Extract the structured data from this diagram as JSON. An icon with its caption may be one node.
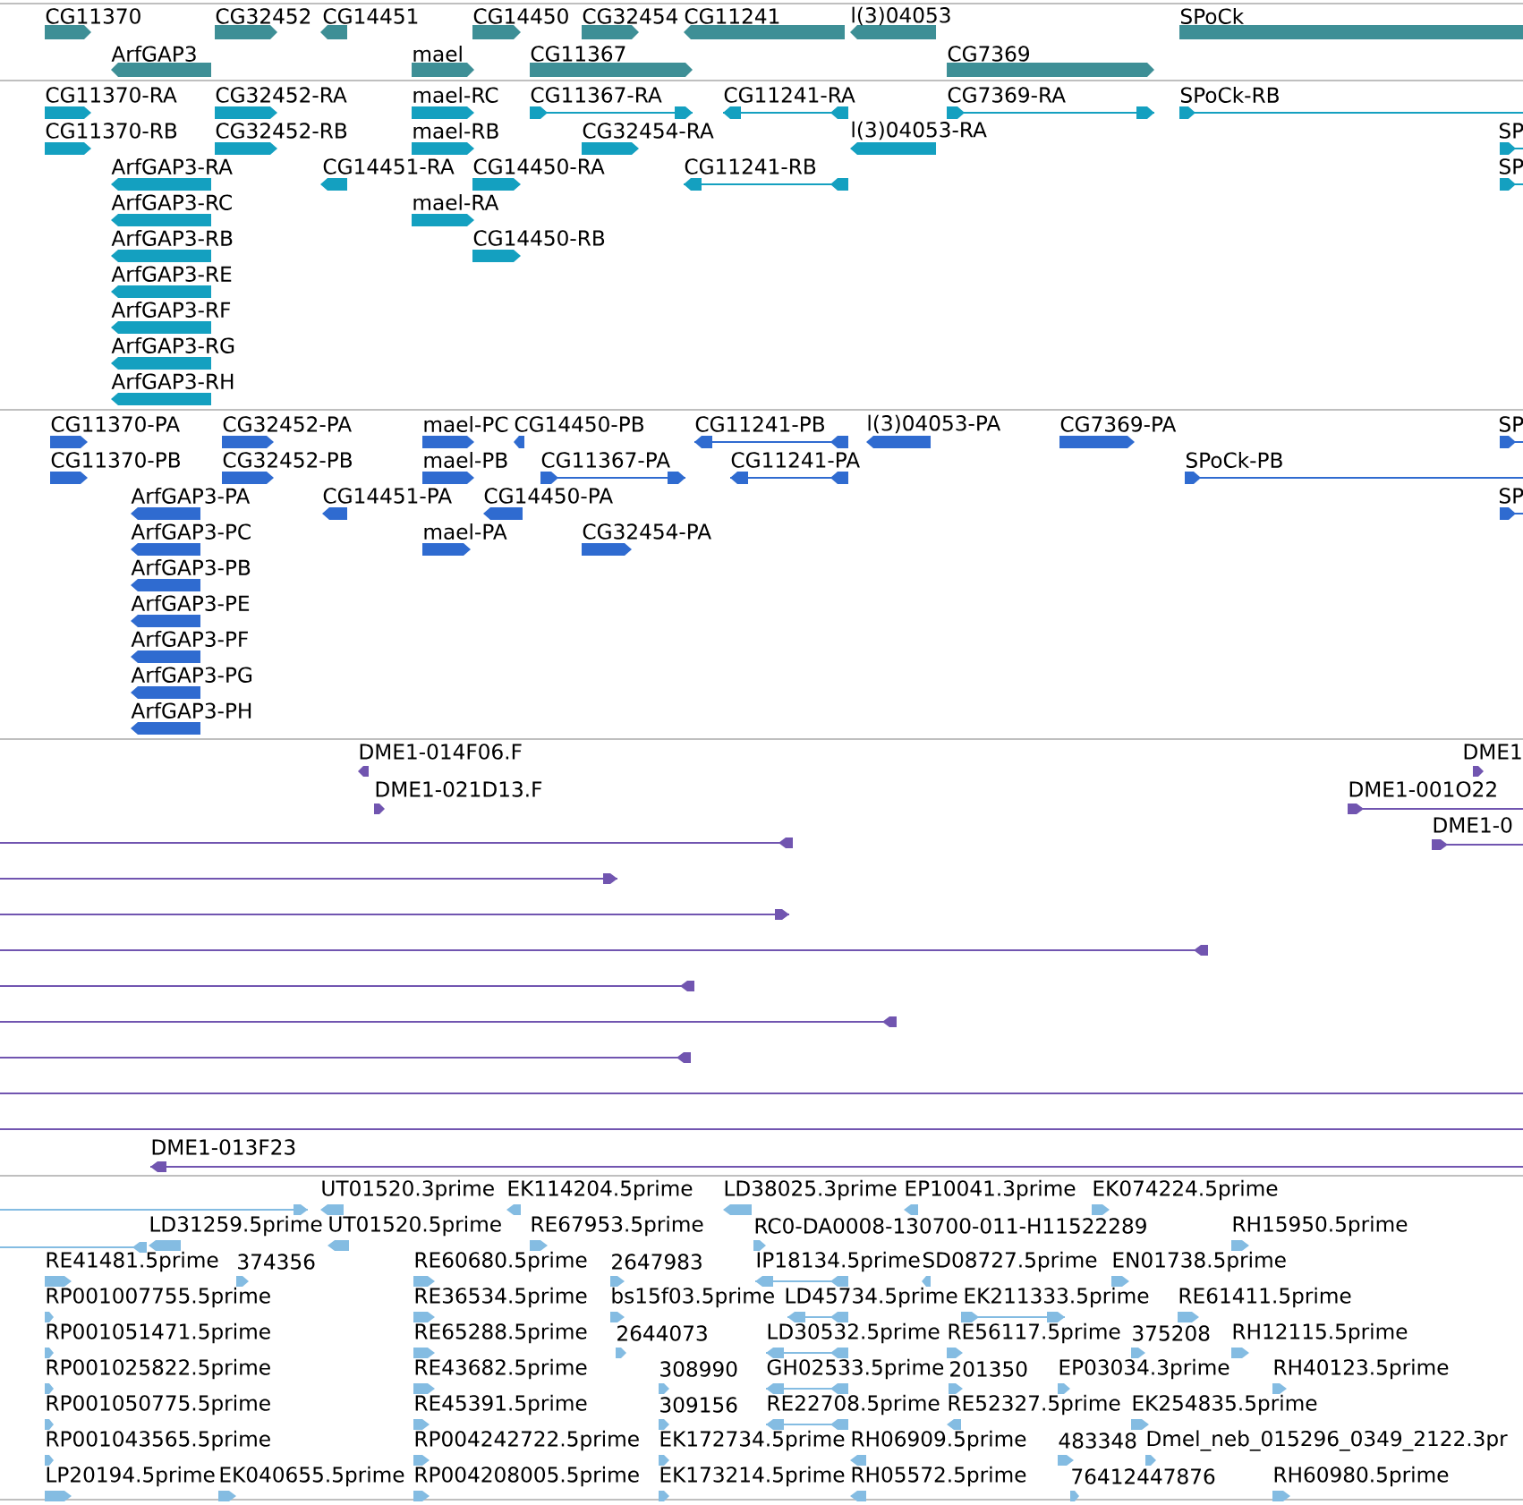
{
  "diagram": {
    "labels": [
      "CG11370",
      "CG32452",
      "CG14451",
      "CG14450",
      "CG32454",
      "CG11241",
      "l(3)04053",
      "SPoCk",
      "ArfGAP3",
      "mael",
      "CG11367",
      "CG7369",
      "CG11370-RA",
      "CG32452-RA",
      "mael-RC",
      "CG11367-RA",
      "CG11241-RA",
      "CG7369-RA",
      "SPoCk-RB",
      "CG11370-RB",
      "CG32452-RB",
      "mael-RB",
      "CG32454-RA",
      "l(3)04053-RA",
      "SP",
      "ArfGAP3-RA",
      "CG14451-RA",
      "CG14450-RA",
      "CG11241-RB",
      "SP",
      "ArfGAP3-RC",
      "mael-RA",
      "ArfGAP3-RB",
      "CG14450-RB",
      "ArfGAP3-RE",
      "ArfGAP3-RF",
      "ArfGAP3-RG",
      "ArfGAP3-RH",
      "CG11370-PA",
      "CG32452-PA",
      "mael-PC",
      "CG14450-PB",
      "CG11241-PB",
      "l(3)04053-PA",
      "CG7369-PA",
      "SP",
      "CG11370-PB",
      "CG32452-PB",
      "mael-PB",
      "CG11367-PA",
      "CG11241-PA",
      "SPoCk-PB",
      "ArfGAP3-PA",
      "CG14451-PA",
      "CG14450-PA",
      "SP",
      "ArfGAP3-PC",
      "mael-PA",
      "CG32454-PA",
      "ArfGAP3-PB",
      "ArfGAP3-PE",
      "ArfGAP3-PF",
      "ArfGAP3-PG",
      "ArfGAP3-PH",
      "DME1-014F06.F",
      "DME1",
      "DME1-021D13.F",
      "DME1-001O22",
      "DME1-0",
      "DME1-013F23",
      "UT01520.3prime",
      "EK114204.5prime",
      "LD38025.3prime",
      "EP10041.3prime",
      "EK074224.5prime",
      "LD31259.5prime",
      "UT01520.5prime",
      "RE67953.5prime",
      "RC0-DA0008-130700-011-H11522289",
      "RH15950.5prime",
      "RE41481.5prime",
      "374356",
      "RE60680.5prime",
      "2647983",
      "IP18134.5prime",
      "SD08727.5prime",
      "EN01738.5prime",
      "RP001007755.5prime",
      "RE36534.5prime",
      "bs15f03.5prime",
      "LD45734.5prime",
      "EK211333.5prime",
      "RE61411.5prime",
      "RP001051471.5prime",
      "RE65288.5prime",
      "2644073",
      "LD30532.5prime",
      "RE56117.5prime",
      "375208",
      "RH12115.5prime",
      "RP001025822.5prime",
      "RE43682.5prime",
      "308990",
      "GH02533.5prime",
      "201350",
      "EP03034.3prime",
      "RH40123.5prime",
      "RP001050775.5prime",
      "RE45391.5prime",
      "309156",
      "RE22708.5prime",
      "RE52327.5prime",
      "EK254835.5prime",
      "RP001043565.5prime",
      "RP004242722.5prime",
      "EK172734.5prime",
      "RH06909.5prime",
      "483348",
      "Dmel_neb_015296_0349_2122.3pr",
      "LP20194.5prime",
      "EK040655.5prime",
      "RP004208005.5prime",
      "EK173214.5prime",
      "RH05572.5prime",
      "76412447876",
      "RH60980.5prime"
    ]
  }
}
